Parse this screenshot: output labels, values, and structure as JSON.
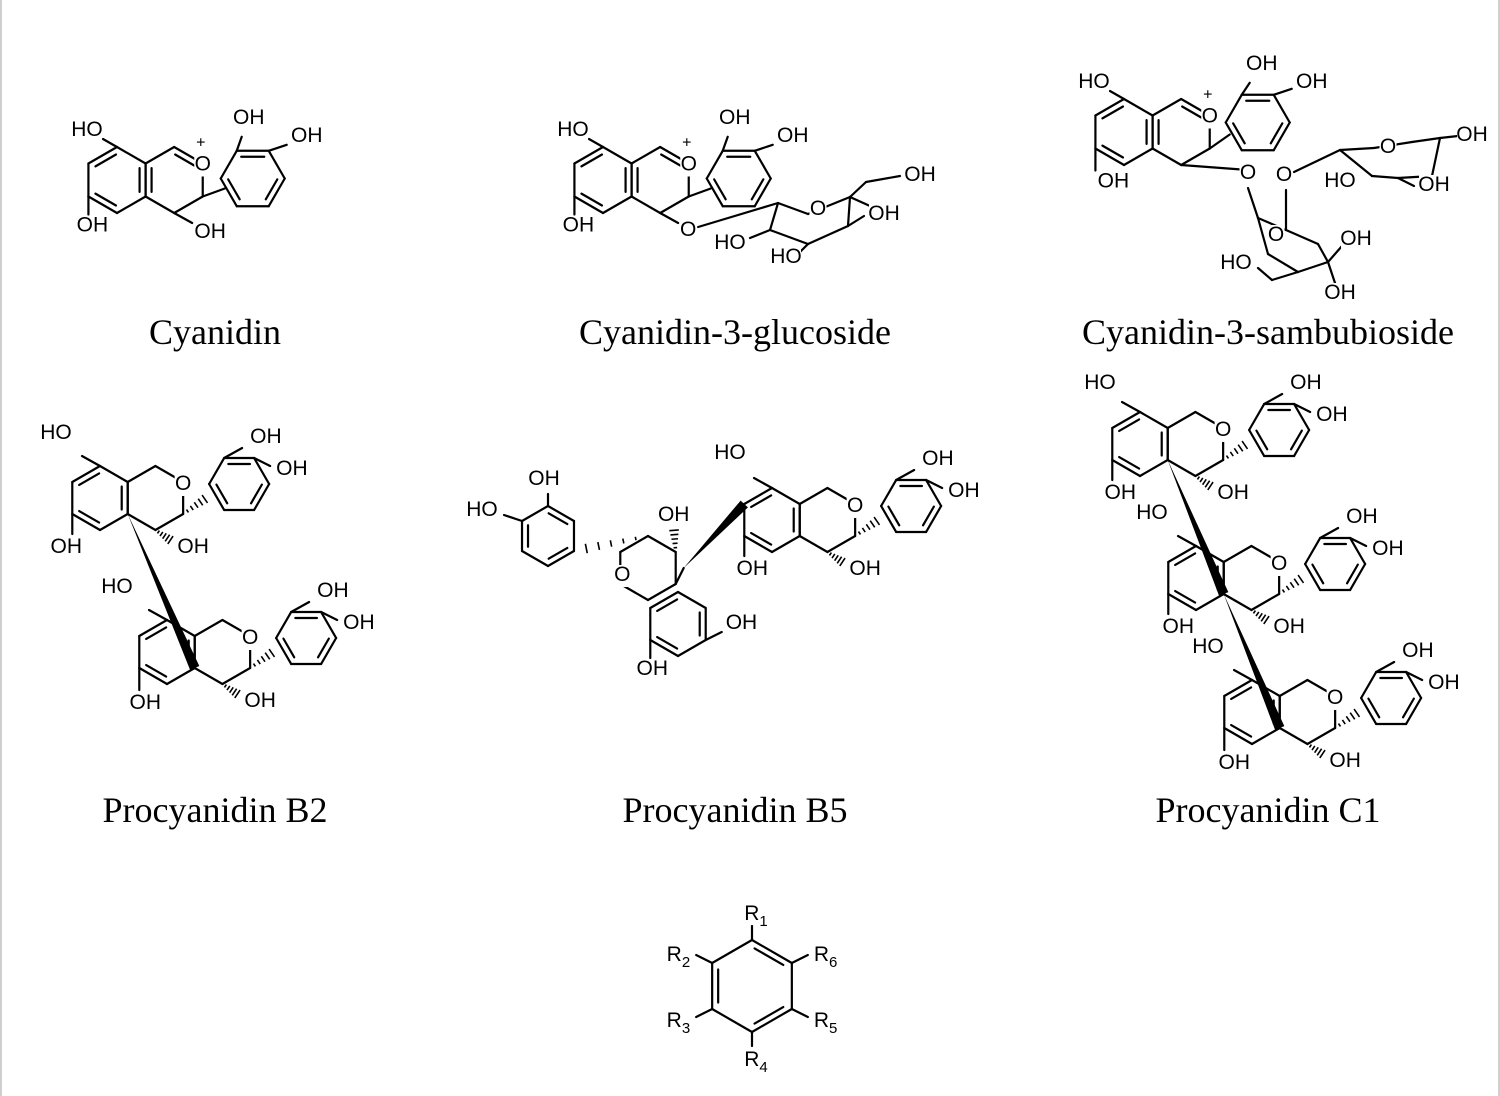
{
  "figure": {
    "captions": {
      "cyanidin": "Cyanidin",
      "c3g": "Cyanidin-3-glucoside",
      "c3s": "Cyanidin-3-sambubioside",
      "b2": "Procyanidin B2",
      "b5": "Procyanidin B5",
      "c1": "Procyanidin C1"
    },
    "labels": {
      "oh": "OH",
      "ho": "HO",
      "o": "O",
      "plus": "+",
      "r": "R",
      "r_subscripts": [
        "1",
        "2",
        "3",
        "4",
        "5",
        "6"
      ]
    }
  }
}
